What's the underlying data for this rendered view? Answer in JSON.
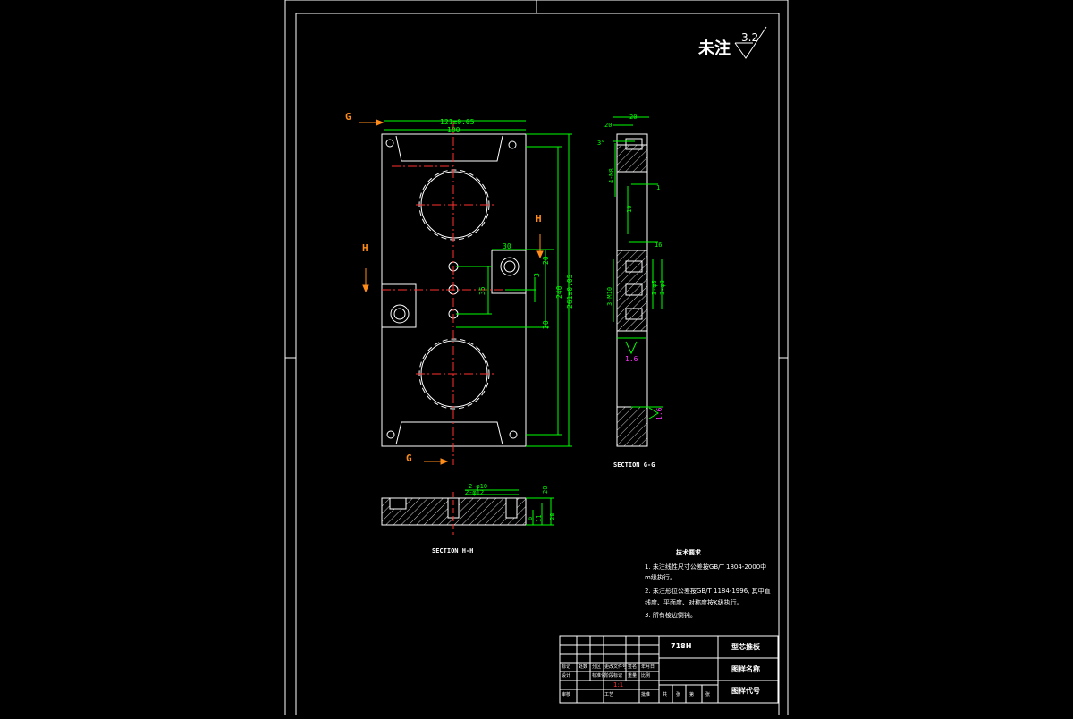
{
  "corner_note": {
    "text": "未注",
    "roughness": "3.2"
  },
  "views": {
    "main": {
      "dims": {
        "width_top": "121±0.05",
        "width_inner": "100",
        "pocket_w": "30",
        "pocket_h": "35",
        "hole_step": "3",
        "offset_20a": "20",
        "offset_20b": "20",
        "length_240": "240",
        "length_261": "261±0.05"
      },
      "section_marks": {
        "g": "G",
        "h": "H"
      }
    },
    "side": {
      "title": "SECTION G-G",
      "dims": {
        "top_20a": "20",
        "top_20b": "20",
        "angle": "3°",
        "thread_4": "4-M8",
        "h_10": "10",
        "h_1": "1",
        "h_16": "16",
        "thread_3": "3-M10",
        "bore_a": "3-φ5",
        "bore_b": "3-φ8",
        "rough_a": "1.6",
        "rough_b": "1.6"
      }
    },
    "bottom": {
      "title": "SECTION H-H",
      "dims": {
        "hole_a": "2-φ10",
        "hole_b": "2-φ12",
        "d20": "20",
        "d6": "6",
        "d11": "11",
        "d28": "28"
      }
    }
  },
  "notes": {
    "title": "技术要求",
    "lines": [
      "1. 未注线性尺寸公差按GB/T 1804-2000中",
      "    m级执行。",
      "2. 未注形位公差按GB/T 1184-1996, 其中直",
      "    线度、平面度、对称度按K级执行。",
      "3. 所有棱边倒钝。"
    ]
  },
  "title_block": {
    "material": "718H",
    "part_name": "型芯推板",
    "drawing_name_label": "图样名称",
    "drawing_code_label": "图样代号",
    "small_labels": [
      "标记",
      "处数",
      "分区",
      "更改文件号",
      "签名",
      "年月日"
    ],
    "small_labels2": [
      "设计",
      "标准化",
      "阶段标记",
      "重量",
      "比例"
    ],
    "scale": "1:1",
    "bottom_labels": [
      "审核",
      "工艺",
      "批准"
    ],
    "bottom_labels2": [
      "共",
      "张",
      "第",
      "张"
    ]
  }
}
